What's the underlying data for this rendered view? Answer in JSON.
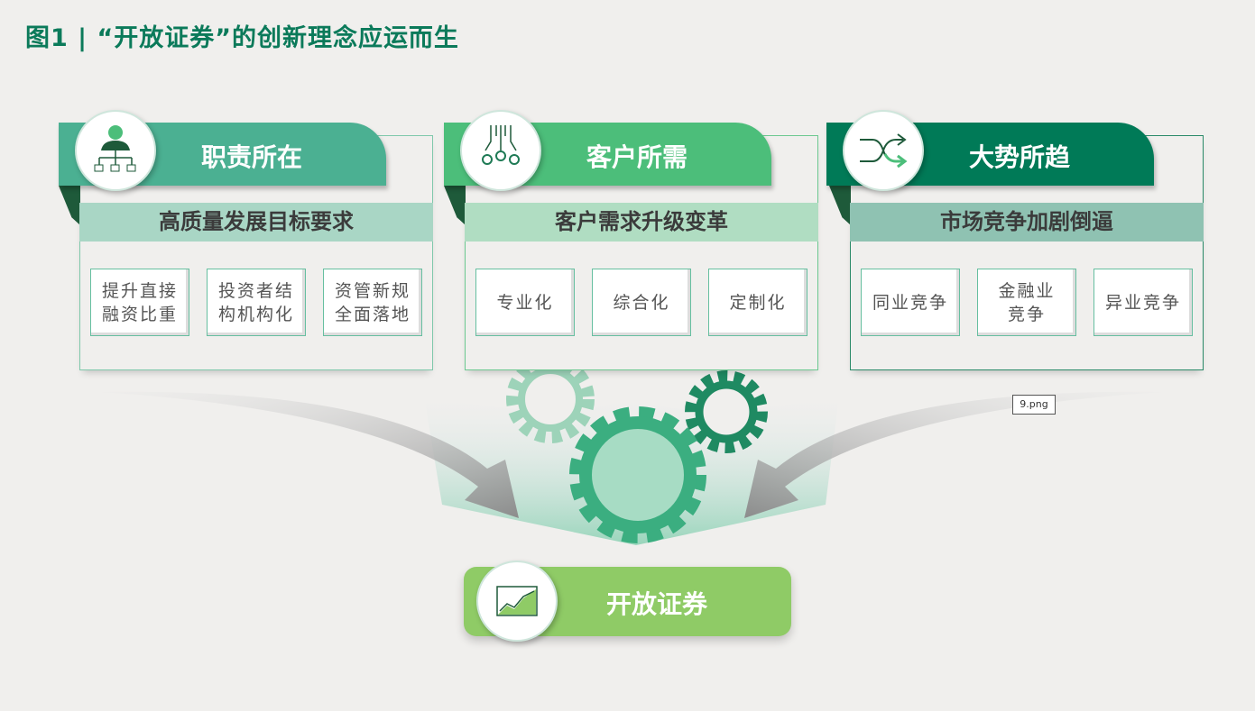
{
  "title": "图1 |  “开放证券”的创新理念应运而生",
  "panels": [
    {
      "header": "职责所在",
      "icon": "businessman-hierarchy-icon",
      "subtitle": "高质量发展目标要求",
      "items": [
        "提升直接融资比重",
        "投资者结构机构化",
        "资管新规全面落地"
      ],
      "header_color": "#4bb092",
      "sub_color": "#a9d6c5"
    },
    {
      "header": "客户所需",
      "icon": "flow-coins-icon",
      "subtitle": "客户需求升级变革",
      "items": [
        "专业化",
        "综合化",
        "定制化"
      ],
      "header_color": "#4cbe7a",
      "sub_color": "#b0ddc2"
    },
    {
      "header": "大势所趋",
      "icon": "shuffle-icon",
      "subtitle": "市场竞争加剧倒逼",
      "items": [
        "同业竞争",
        "金融业竞争",
        "异业竞争"
      ],
      "header_color": "#007a57",
      "sub_color": "#8fc2b2"
    }
  ],
  "result": {
    "label": "开放证券",
    "icon": "line-chart-icon",
    "color": "#8fcb66"
  },
  "image_tag": "9.png"
}
